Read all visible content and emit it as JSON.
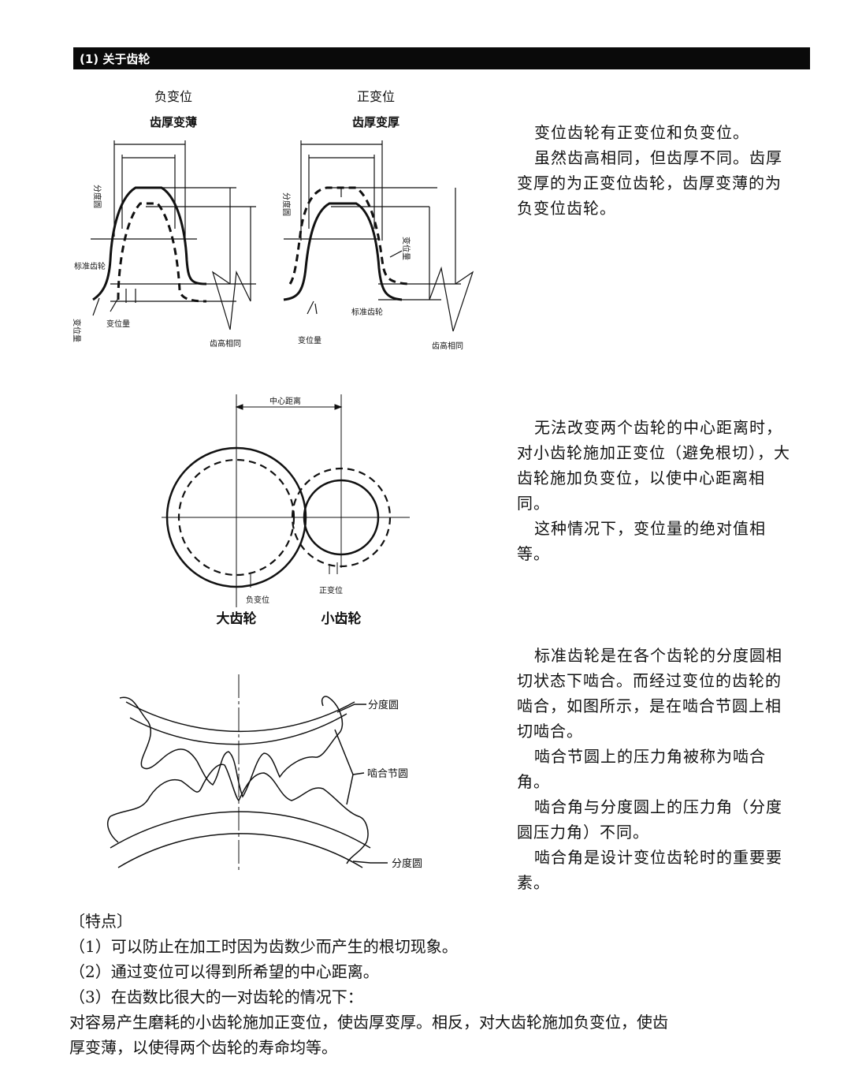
{
  "header": {
    "title": "(1) 关于齿轮"
  },
  "figure1": {
    "left_title": "负变位",
    "left_subtitle": "齿厚变薄",
    "right_title": "正变位",
    "right_subtitle": "齿厚变厚",
    "label_pitch_circle": "分度圆",
    "label_standard_gear": "标准齿轮",
    "label_shift_amount": "变位量",
    "label_tooth_height_same": "齿高相同"
  },
  "text1": {
    "p1": "变位齿轮有正变位和负变位。",
    "p2": "虽然齿高相同，但齿厚不同。齿厚变厚的为正变位齿轮，齿厚变薄的为负变位齿轮。"
  },
  "figure2": {
    "center_distance": "中心距离",
    "negative_shift": "负变位",
    "positive_shift": "正变位",
    "big_gear": "大齿轮",
    "small_gear": "小齿轮"
  },
  "text2": {
    "p1": "无法改变两个齿轮的中心距离时，对小齿轮施加正变位（避免根切），大齿轮施加负变位，以使中心距离相同。",
    "p2": "这种情况下，变位量的绝对值相等。"
  },
  "figure3": {
    "pitch_circle_top": "分度圆",
    "operating_pitch_circle": "啮合节圆",
    "pitch_circle_bottom": "分度圆"
  },
  "text3": {
    "p1": "标准齿轮是在各个齿轮的分度圆相切状态下啮合。而经过变位的齿轮的啮合，如图所示，是在啮合节圆上相切啮合。",
    "p2": "啮合节圆上的压力角被称为啮合角。",
    "p3": "啮合角与分度圆上的压力角（分度圆压力角）不同。",
    "p4": "啮合角是设计变位齿轮时的重要要素。"
  },
  "features": {
    "title": "〔特点〕",
    "item1": "（1）可以防止在加工时因为齿数少而产生的根切现象。",
    "item2": "（2）通过变位可以得到所希望的中心距离。",
    "item3": "（3）在齿数比很大的一对齿轮的情况下：",
    "item3_detail_1": "对容易产生磨耗的小齿轮施加正变位，使齿厚变厚。相反，对大齿轮施加负变位，使齿",
    "item3_detail_2": "厚变薄，以使得两个齿轮的寿命均等。"
  }
}
